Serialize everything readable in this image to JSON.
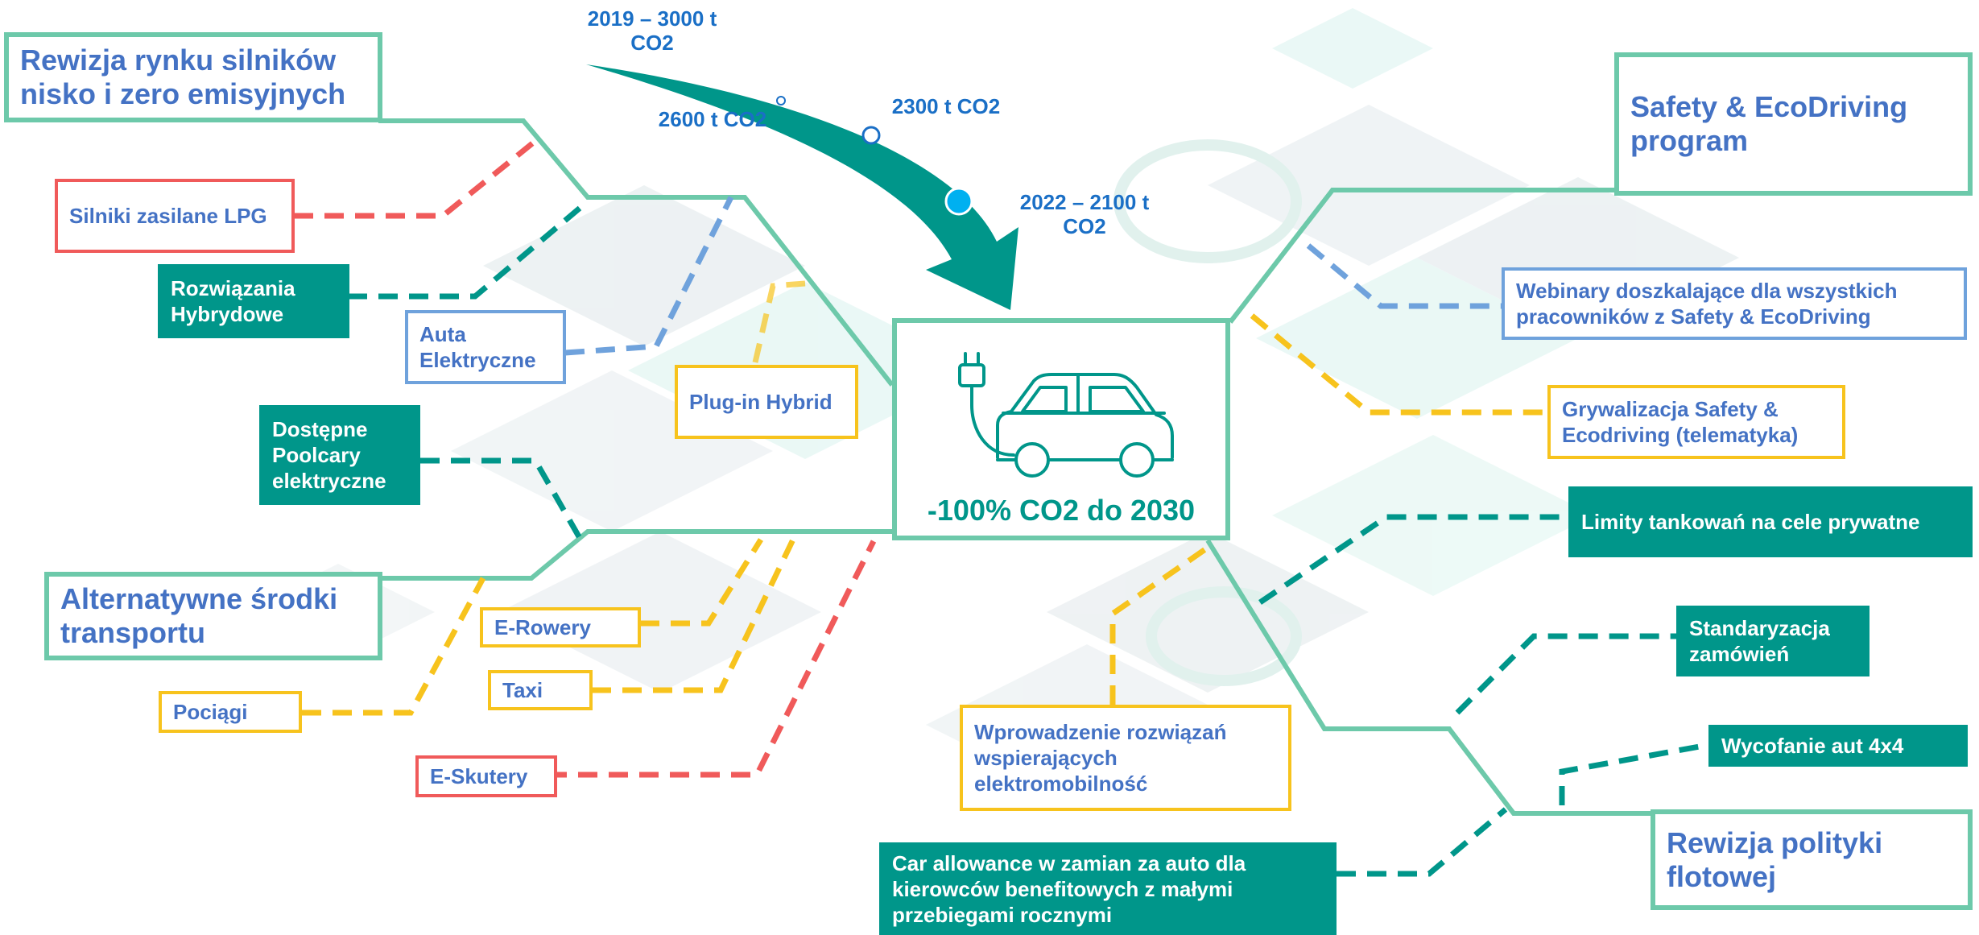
{
  "colors": {
    "teal": "#00968a",
    "mint_border": "#6dc9aa",
    "heading_blue": "#4472c4",
    "co2_blue": "#1a6fc6",
    "red": "#f05a5a",
    "yellow": "#f7c31d",
    "light_blue": "#6fa2dc"
  },
  "co2_labels": {
    "y2019_line1": "2019 – 3000 t",
    "y2019_line2": "CO2",
    "t2600": "2600 t CO2",
    "t2300": "2300 t CO2",
    "y2022_line1": "2022 – 2100 t",
    "y2022_line2": "CO2"
  },
  "center": {
    "icon": "ev-car-plug-icon",
    "text": "-100% CO2 do 2030"
  },
  "headings": {
    "engines": "Rewizja rynku silników nisko i zero emisyjnych",
    "safety": "Safety & EcoDriving program",
    "alt_transport": "Alternatywne środki transportu",
    "fleet_policy": "Rewizja polityki flotowej"
  },
  "engines_options": {
    "lpg": "Silniki zasilane LPG",
    "hybrid": "Rozwiązania Hybrydowe",
    "electric": "Auta Elektryczne",
    "plugin": "Plug-in Hybrid"
  },
  "safety_options": {
    "webinars": "Webinary doszkalające dla wszystkich pracowników z Safety & EcoDriving",
    "gamification": "Grywalizacja Safety & Ecodriving (telematyka)"
  },
  "alt_options": {
    "poolcars": "Dostępne Poolcary elektryczne",
    "erowery": "E-Rowery",
    "taxi": "Taxi",
    "pociagi": "Pociągi",
    "eskutery": "E-Skutery"
  },
  "fleet_options": {
    "fuel_limits": "Limity tankowań na cele prywatne",
    "standardization": "Standaryzacja zamówień",
    "withdraw_4x4": "Wycofanie aut 4x4",
    "emobility": "Wprowadzenie rozwiązań wspierających elektromobilność",
    "car_allowance": "Car allowance w zamian za auto dla kierowców benefitowych z małymi przebiegami rocznymi"
  }
}
